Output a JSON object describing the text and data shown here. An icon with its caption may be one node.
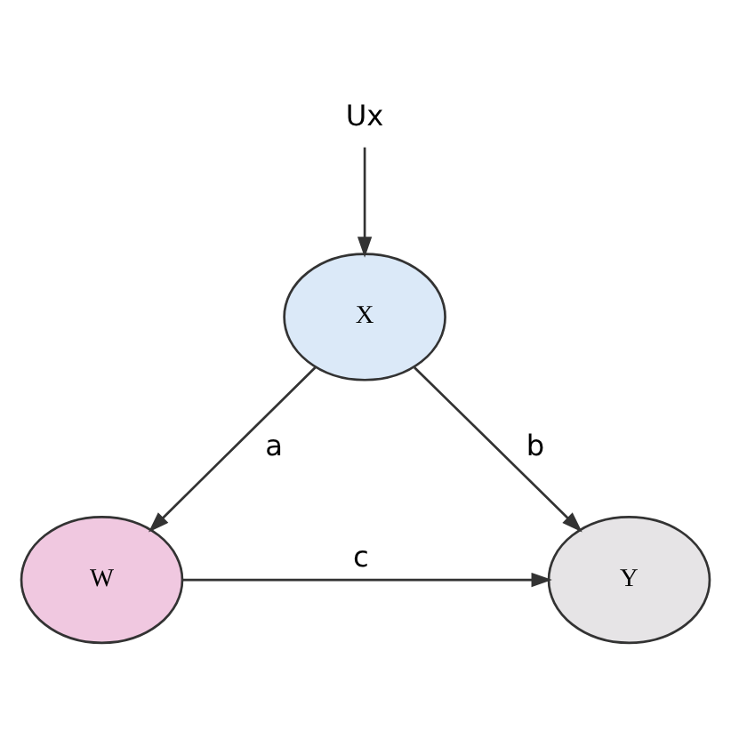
{
  "diagram": {
    "nodes": [
      {
        "text": [
          "Ux"
        ]
      },
      {
        "text": [
          "X"
        ]
      },
      {
        "text": [
          "W"
        ]
      },
      {
        "text": [
          "Y"
        ]
      }
    ],
    "edges": [
      {
        "from": 0,
        "to": 1,
        "arrow": "to"
      },
      {
        "from": 1,
        "to": 2,
        "arrow": "to",
        "label": "a"
      },
      {
        "from": 1,
        "to": 3,
        "arrow": "to",
        "label": "b"
      },
      {
        "from": 2,
        "to": 3,
        "arrow": "to",
        "label": "c"
      }
    ]
  }
}
